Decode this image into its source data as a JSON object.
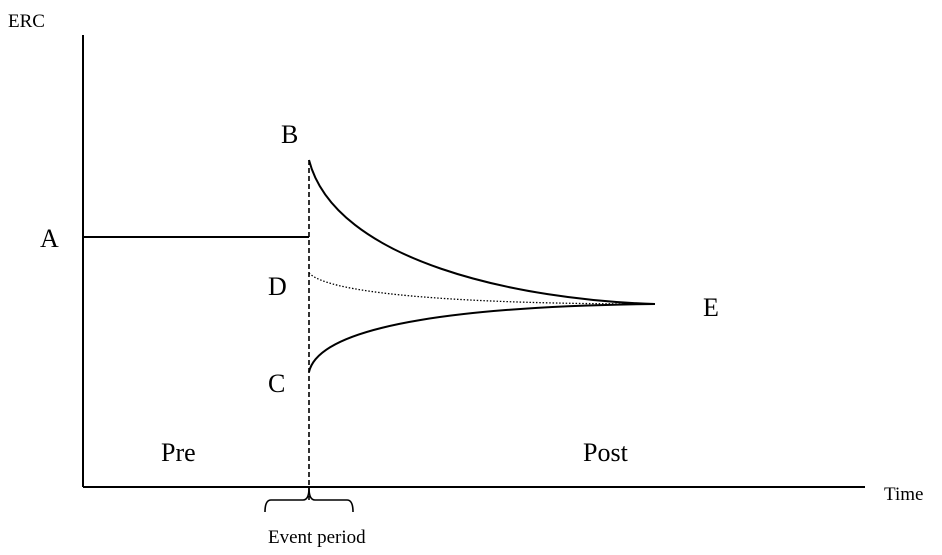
{
  "y_axis_label": "ERC",
  "x_axis_label": "Time",
  "points": {
    "a": "A",
    "b": "B",
    "c": "C",
    "d": "D",
    "e": "E"
  },
  "regions": {
    "pre": "Pre",
    "post": "Post"
  },
  "event_period_label": "Event period",
  "colors": {
    "line": "#000000",
    "background": "#ffffff"
  }
}
